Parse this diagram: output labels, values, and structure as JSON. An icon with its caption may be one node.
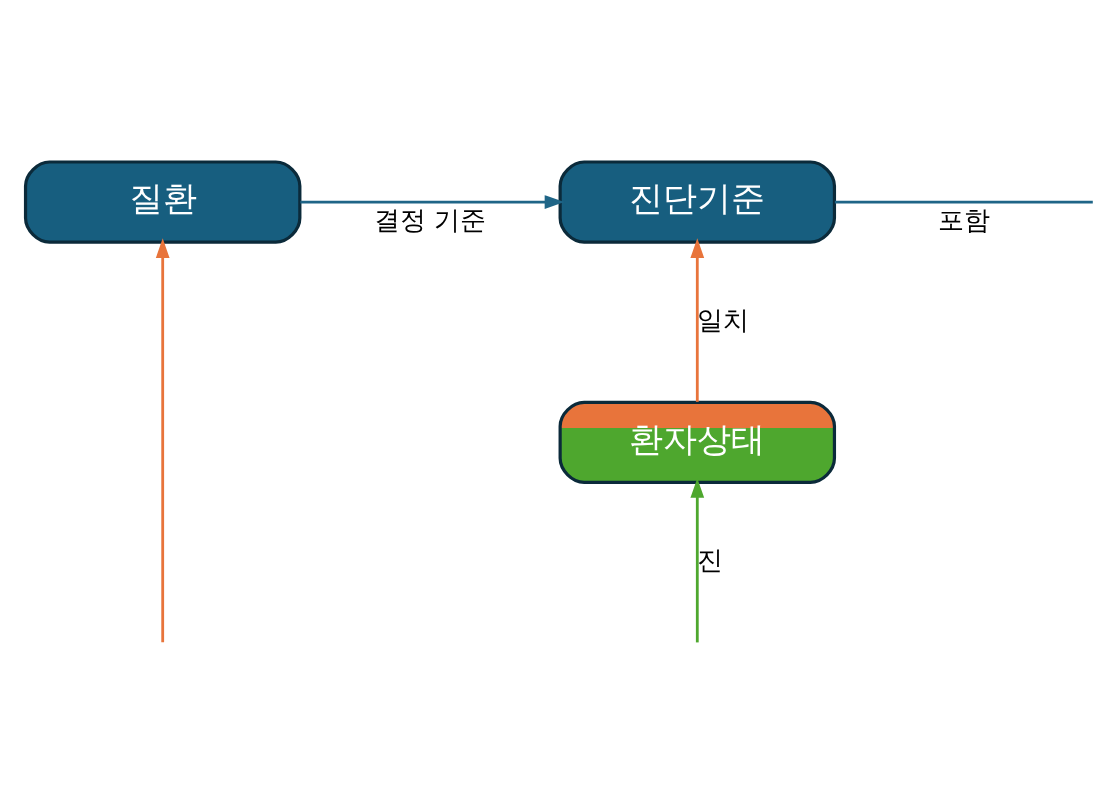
{
  "diagram": {
    "nodes": [
      {
        "text": [
          "질환"
        ]
      },
      {
        "text": [
          "진단기준"
        ]
      },
      {
        "text": [
          "환자상태"
        ]
      }
    ],
    "edges": [
      {
        "from": 0,
        "to": 1,
        "arrow": "to",
        "label": "결정 기준"
      },
      {
        "from": 1,
        "to": null,
        "arrow": "none",
        "label": "포함"
      },
      {
        "from": 2,
        "to": 1,
        "arrow": "to",
        "label": "일치",
        "color": "#e8743b"
      },
      {
        "from": null,
        "to": 2,
        "arrow": "to",
        "label": "진",
        "color": "#4ea72e"
      },
      {
        "from": null,
        "to": 0,
        "arrow": "to",
        "color": "#e8743b"
      }
    ]
  }
}
